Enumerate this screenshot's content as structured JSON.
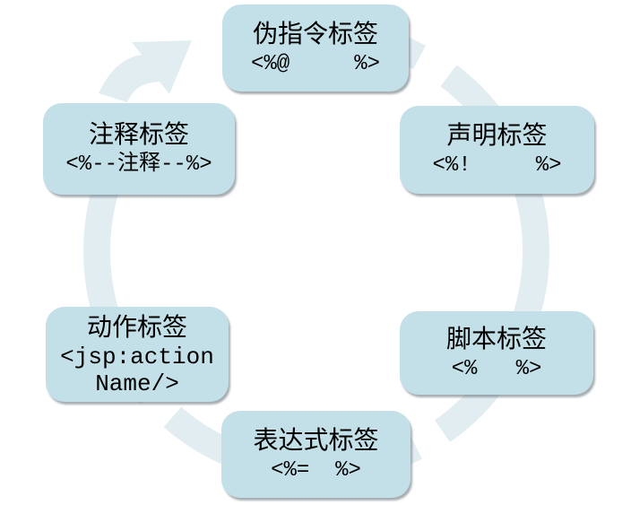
{
  "diagram": {
    "kind": "cycle",
    "direction": "clockwise",
    "colors": {
      "background": "#ffffff",
      "node_fill": "#c3e0e8",
      "ring": "#e2edf2",
      "text": "#000000"
    },
    "nodes": [
      {
        "id": "directive",
        "label": "伪指令标签",
        "code": "<%@     %>"
      },
      {
        "id": "declaration",
        "label": "声明标签",
        "code": "<%!     %>"
      },
      {
        "id": "script",
        "label": "脚本标签",
        "code": "<%   %>"
      },
      {
        "id": "expression",
        "label": "表达式标签",
        "code": "<%=  %>"
      },
      {
        "id": "action",
        "label": "动作标签",
        "code": "<jsp:action",
        "code2": "Name/>"
      },
      {
        "id": "comment",
        "label": "注释标签",
        "code": "<%--注释--%>"
      }
    ]
  }
}
